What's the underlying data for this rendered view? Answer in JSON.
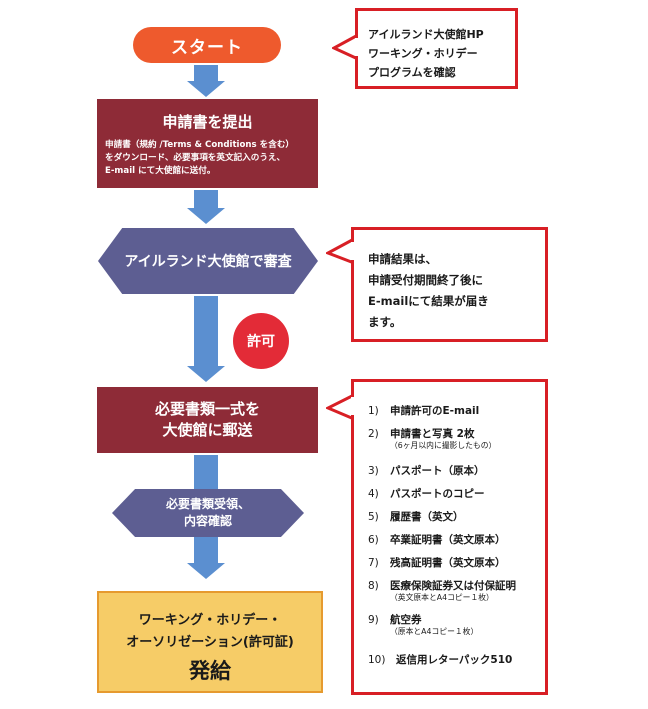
{
  "start": {
    "label": "スタート"
  },
  "callout_hp": {
    "lines": [
      "アイルランド大使館HP",
      "ワーキング・ホリデー",
      "プログラムを確認"
    ]
  },
  "submit": {
    "title": "申請書を提出",
    "lines": [
      "申請書（規約 /Terms & Conditions を含む）",
      "をダウンロード、必要事項を英文記入のうえ、",
      "E-mail にて大使館に送付。"
    ]
  },
  "review": {
    "label": "アイルランド大使館で審査"
  },
  "callout_result": {
    "lines": [
      "申請結果は、",
      "申請受付期間終了後に",
      "E-mailにて結果が届き",
      "ます。"
    ]
  },
  "approval": {
    "label": "許可"
  },
  "mail_docs": {
    "lines": [
      "必要書類一式を",
      "大使館に郵送"
    ]
  },
  "received": {
    "lines": [
      "必要書類受領、",
      "内容確認"
    ]
  },
  "issue": {
    "line1": "ワーキング・ホリデー・",
    "line2": "オーソリゼーション(許可証)",
    "line3": "発給"
  },
  "documents": [
    {
      "num": "1)",
      "text": "申請許可のE-mail",
      "sub": ""
    },
    {
      "num": "2)",
      "text": "申請書と写真 2枚",
      "sub": "（6ヶ月以内に撮影したもの）"
    },
    {
      "num": "3)",
      "text": "パスポート（原本）",
      "sub": ""
    },
    {
      "num": "4)",
      "text": "パスポートのコピー",
      "sub": ""
    },
    {
      "num": "5)",
      "text": "履歴書（英文）",
      "sub": ""
    },
    {
      "num": "6)",
      "text": "卒業証明書（英文原本）",
      "sub": ""
    },
    {
      "num": "7)",
      "text": "残高証明書（英文原本）",
      "sub": ""
    },
    {
      "num": "8)",
      "text": "医療保険証券又は付保証明",
      "sub": "（英文原本とA4コピー１枚）"
    },
    {
      "num": "9)",
      "text": "航空券",
      "sub": "（原本とA4コピー１枚）"
    },
    {
      "num": "10)",
      "text": "返信用レターパック510",
      "sub": ""
    }
  ],
  "colors": {
    "arrow": "#5b8fd0",
    "start": "#ee5a2d",
    "box_dark_red": "#8e2b37",
    "hexagon": "#5d5e92",
    "approval": "#e32b37",
    "callout_border": "#d81f25",
    "issue_fill": "#f6cc67",
    "issue_border": "#e69a2f"
  }
}
